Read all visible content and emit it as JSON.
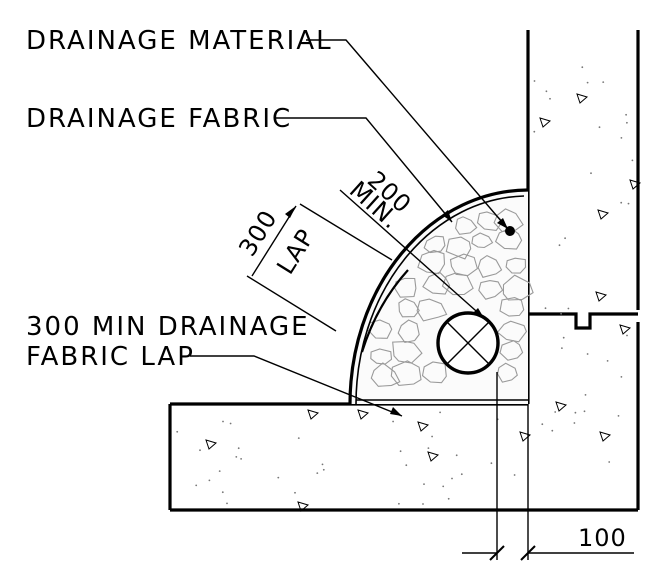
{
  "labels": {
    "drainage_material": "DRAINAGE MATERIAL",
    "drainage_fabric": "DRAINAGE FABRIC",
    "fabric_lap_line1": "300 MIN DRAINAGE",
    "fabric_lap_line2": "FABRIC LAP"
  },
  "dimensions": {
    "radius_value": "200",
    "radius_note": "MIN.",
    "lap_value": "300",
    "lap_note": "LAP",
    "offset_value": "100"
  },
  "colors": {
    "line": "#000000",
    "aggregate": "#9a9a9a",
    "background": "#ffffff"
  }
}
